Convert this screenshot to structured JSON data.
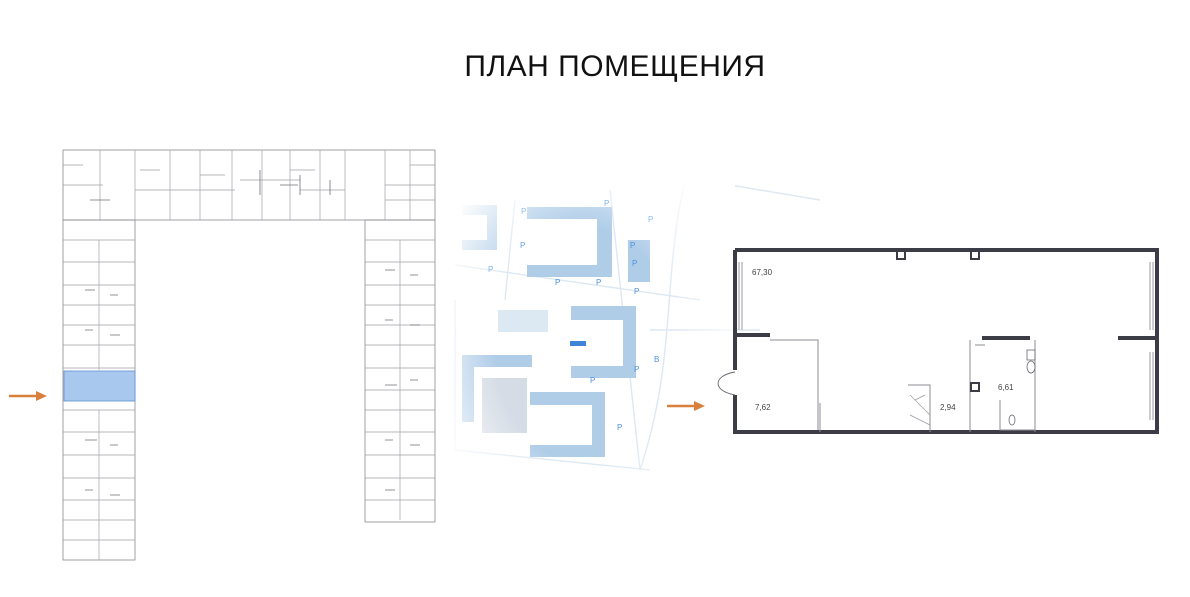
{
  "title": "ПЛАН ПОМЕЩЕНИЯ",
  "colors": {
    "highlight": "#a9c8ee",
    "arrow": "#d9803c",
    "wall": "#3c3c46",
    "map_blue": "#9cc3e6",
    "map_accent": "#1e6fd0"
  },
  "site_map": {
    "parking_label": "P",
    "entrance_label": "B"
  },
  "unit_plan": {
    "areas": [
      "67,30",
      "7,62",
      "2,94",
      "6,61"
    ]
  },
  "icons": [
    "arrow-right-icon",
    "toilet-icon"
  ]
}
